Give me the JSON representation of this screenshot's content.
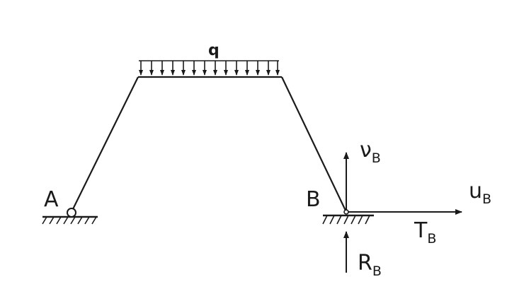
{
  "diagram": {
    "load_label": "q",
    "support_a_label": "A",
    "support_b_label": "B",
    "v_label": {
      "main": "ν",
      "sub": "B"
    },
    "u_label": {
      "main": "u",
      "sub": "B"
    },
    "t_label": {
      "main": "T",
      "sub": "B"
    },
    "r_label": {
      "main": "R",
      "sub": "B"
    }
  },
  "colors": {
    "ink": "#1a1a1a",
    "background": "#ffffff"
  }
}
